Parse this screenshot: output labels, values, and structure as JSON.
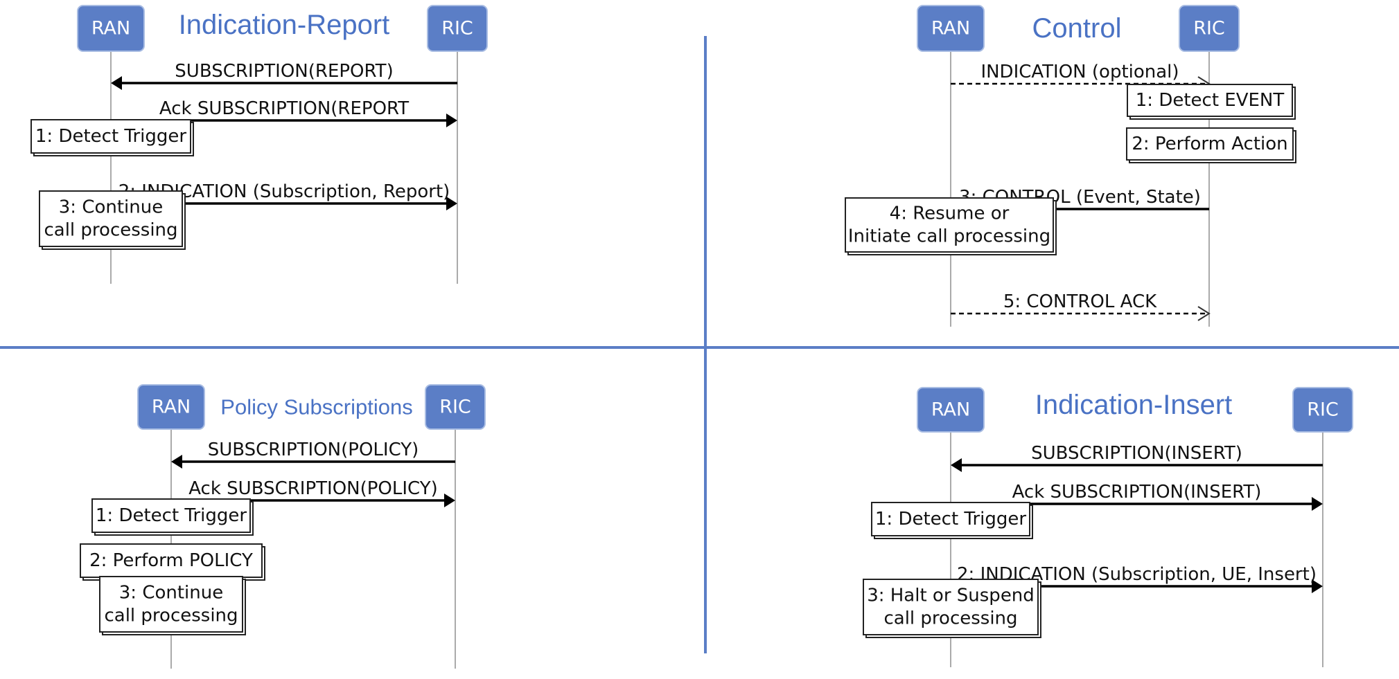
{
  "colors": {
    "actor_fill": "#5b7ec6",
    "title": "#4a72c4",
    "divider": "#5b7ec6"
  },
  "panels": [
    {
      "title": "Indication-Report",
      "actors": [
        "RAN",
        "RIC"
      ],
      "messages": [
        {
          "label": "SUBSCRIPTION(REPORT)",
          "from": "RIC",
          "to": "RAN",
          "style": "solid"
        },
        {
          "label": "Ack SUBSCRIPTION(REPORT",
          "from": "RAN",
          "to": "RIC",
          "style": "solid"
        },
        {
          "label": "2: INDICATION (Subscription, Report)",
          "from": "RAN",
          "to": "RIC",
          "style": "solid"
        }
      ],
      "notes": [
        {
          "lines": [
            "1: Detect Trigger"
          ],
          "on": "RAN"
        },
        {
          "lines": [
            "3: Continue",
            "call processing"
          ],
          "on": "RAN"
        }
      ]
    },
    {
      "title": "Control",
      "actors": [
        "RAN",
        "RIC"
      ],
      "messages": [
        {
          "label": "INDICATION (optional)",
          "from": "RAN",
          "to": "RIC",
          "style": "dashed"
        },
        {
          "label": "3: CONTROL (Event, State)",
          "from": "RIC",
          "to": "RAN",
          "style": "solid"
        },
        {
          "label": "5: CONTROL ACK",
          "from": "RAN",
          "to": "RIC",
          "style": "dashed"
        }
      ],
      "notes": [
        {
          "lines": [
            "1: Detect EVENT"
          ],
          "on": "RIC"
        },
        {
          "lines": [
            "2: Perform Action"
          ],
          "on": "RIC"
        },
        {
          "lines": [
            "4: Resume or",
            "Initiate call processing"
          ],
          "on": "RAN"
        }
      ]
    },
    {
      "title": "Policy Subscriptions",
      "actors": [
        "RAN",
        "RIC"
      ],
      "messages": [
        {
          "label": "SUBSCRIPTION(POLICY)",
          "from": "RIC",
          "to": "RAN",
          "style": "solid"
        },
        {
          "label": "Ack SUBSCRIPTION(POLICY)",
          "from": "RAN",
          "to": "RIC",
          "style": "solid"
        }
      ],
      "notes": [
        {
          "lines": [
            "1: Detect Trigger"
          ],
          "on": "RAN"
        },
        {
          "lines": [
            "2: Perform POLICY"
          ],
          "on": "RAN"
        },
        {
          "lines": [
            "3: Continue",
            "call processing"
          ],
          "on": "RAN"
        }
      ]
    },
    {
      "title": "Indication-Insert",
      "actors": [
        "RAN",
        "RIC"
      ],
      "messages": [
        {
          "label": "SUBSCRIPTION(INSERT)",
          "from": "RIC",
          "to": "RAN",
          "style": "solid"
        },
        {
          "label": "Ack SUBSCRIPTION(INSERT)",
          "from": "RAN",
          "to": "RIC",
          "style": "solid"
        },
        {
          "label": "2: INDICATION (Subscription, UE, Insert)",
          "from": "RAN",
          "to": "RIC",
          "style": "solid"
        }
      ],
      "notes": [
        {
          "lines": [
            "1: Detect Trigger"
          ],
          "on": "RAN"
        },
        {
          "lines": [
            "3: Halt or Suspend",
            "call processing"
          ],
          "on": "RAN"
        }
      ]
    }
  ]
}
